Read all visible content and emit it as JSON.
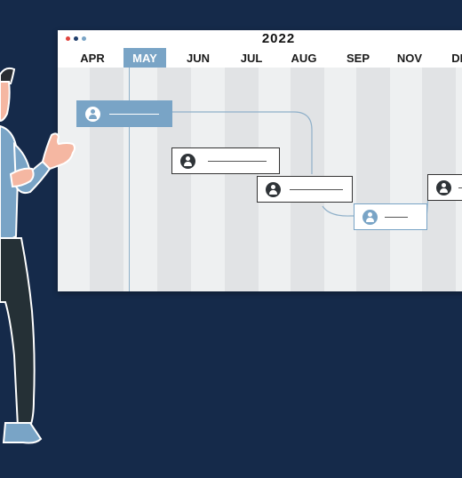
{
  "gantt": {
    "year": "2022",
    "months": [
      "APR",
      "MAY",
      "JUN",
      "JUL",
      "AUG",
      "SEP",
      "NOV",
      "DEC"
    ],
    "active_month": "MAY"
  },
  "colors": {
    "background": "#152a4a",
    "accent": "#79a4c6",
    "window_dots": [
      "#e0443e",
      "#1f3d6b",
      "#79a4c6"
    ]
  }
}
